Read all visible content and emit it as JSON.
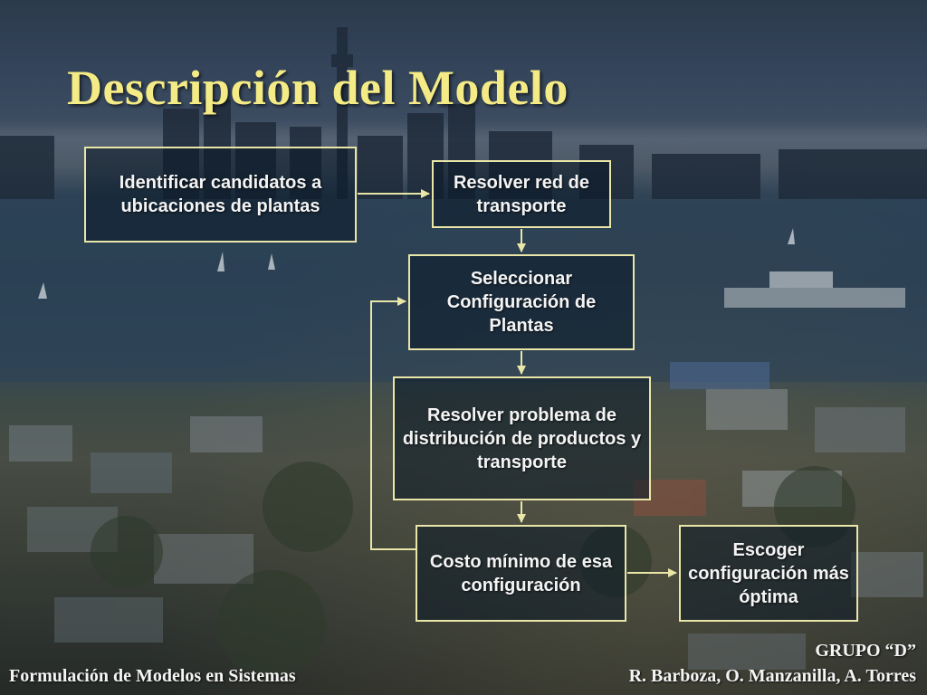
{
  "slide": {
    "title": "Descripción del Modelo"
  },
  "flowchart": {
    "step1": "Identificar candidatos a ubicaciones de plantas",
    "step2": "Resolver red de transporte",
    "step3": "Seleccionar Configuración de Plantas",
    "step4": "Resolver problema de distribución de productos y transporte",
    "step5": "Costo mínimo de esa configuración",
    "step6": "Escoger configuración más óptima"
  },
  "footer": {
    "course": "Formulación de Modelos en Sistemas",
    "group": "GRUPO “D”",
    "authors": "R. Barboza, O. Manzanilla, A. Torres"
  },
  "colors": {
    "title": "#f4eb86",
    "box_border": "#e9e6a8",
    "text": "#f4f4f4"
  }
}
